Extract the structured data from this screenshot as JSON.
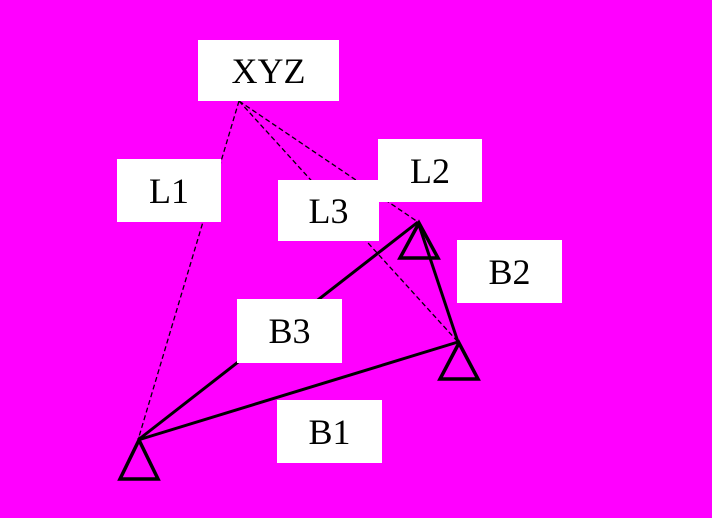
{
  "labels": {
    "xyz": "XYZ",
    "l1": "L1",
    "l2": "L2",
    "l3": "L3",
    "b1": "B1",
    "b2": "B2",
    "b3": "B3"
  },
  "colors": {
    "background": "#ff00ff",
    "label_background": "#ffffff",
    "line": "#000000"
  }
}
